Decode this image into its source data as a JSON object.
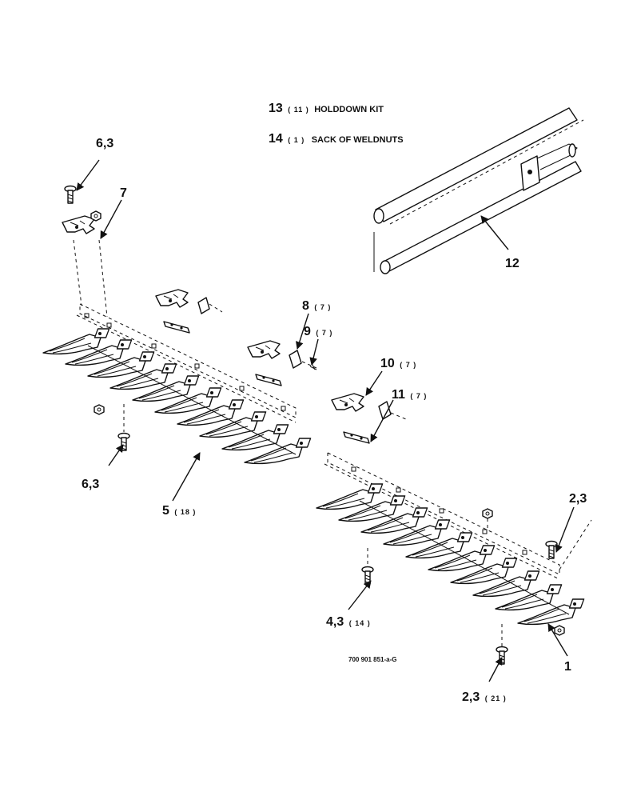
{
  "kit": {
    "line1": {
      "num": "13",
      "qty": "( 11 )",
      "text": "HOLDDOWN KIT"
    },
    "line2": {
      "num": "14",
      "qty": "( 1 )",
      "text": "SACK OF WELDNUTS"
    }
  },
  "callouts": {
    "c1": {
      "num": "6,3",
      "qty": ""
    },
    "c2": {
      "num": "7",
      "qty": ""
    },
    "c3": {
      "num": "12",
      "qty": ""
    },
    "c4": {
      "num": "8",
      "qty": "( 7 )"
    },
    "c5": {
      "num": "9",
      "qty": "( 7 )"
    },
    "c6": {
      "num": "10",
      "qty": "( 7 )"
    },
    "c7": {
      "num": "11",
      "qty": "( 7 )"
    },
    "c8": {
      "num": "6,3",
      "qty": ""
    },
    "c9": {
      "num": "5",
      "qty": "( 18 )"
    },
    "c10": {
      "num": "2,3",
      "qty": ""
    },
    "c11": {
      "num": "4,3",
      "qty": "( 14 )"
    },
    "c12": {
      "num": "1",
      "qty": ""
    },
    "c13": {
      "num": "2,3",
      "qty": "( 21 )"
    }
  },
  "drawing_code": "700 901 851-a-G"
}
